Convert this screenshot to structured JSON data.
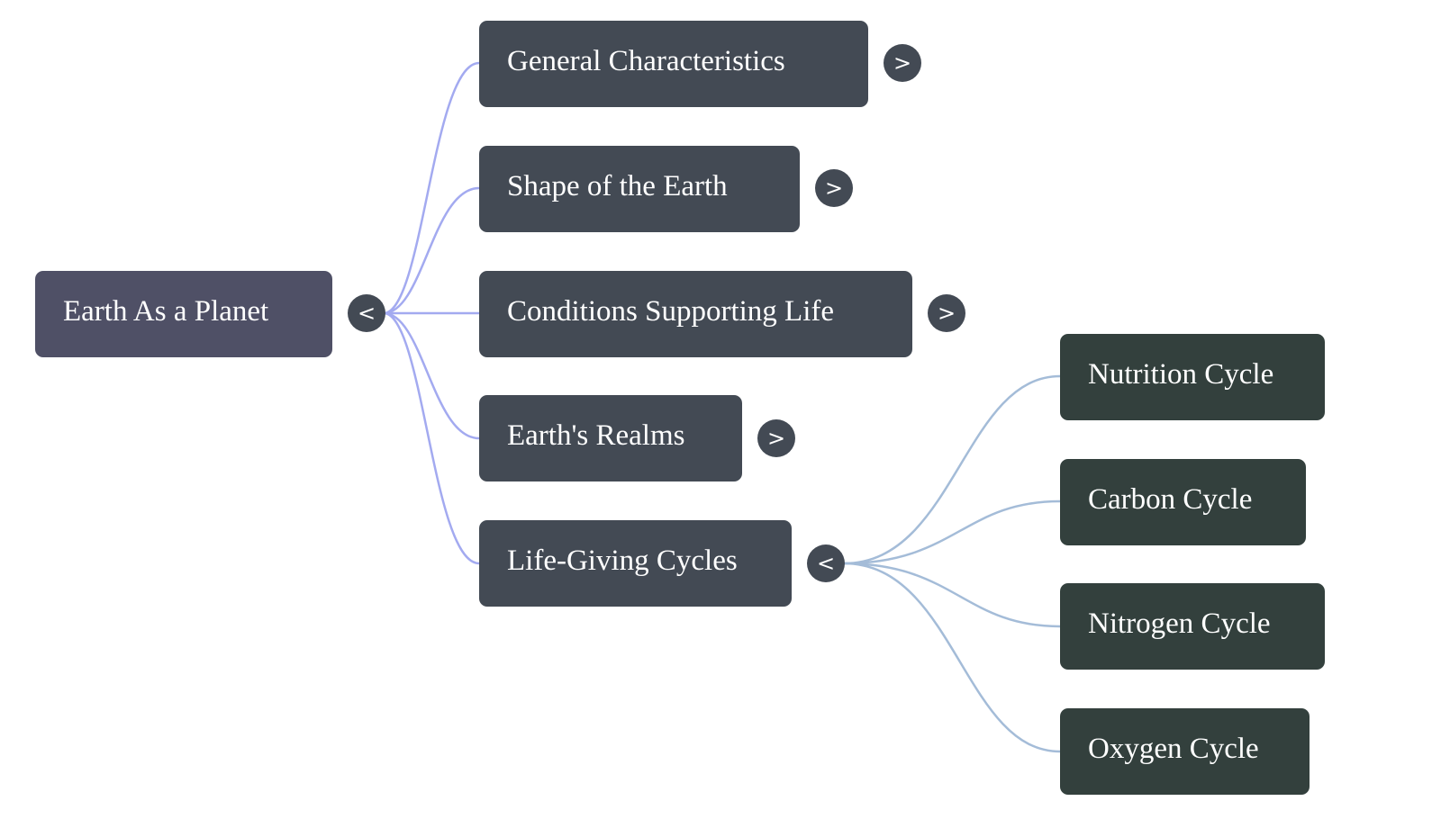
{
  "mindmap": {
    "root": {
      "label": "Earth As a Planet",
      "toggle": "<",
      "expanded": true
    },
    "branches": [
      {
        "label": "General Characteristics",
        "toggle": ">",
        "expanded": false
      },
      {
        "label": "Shape of the Earth",
        "toggle": ">",
        "expanded": false
      },
      {
        "label": "Conditions Supporting Life",
        "toggle": ">",
        "expanded": false
      },
      {
        "label": "Earth's Realms",
        "toggle": ">",
        "expanded": false
      },
      {
        "label": "Life-Giving Cycles",
        "toggle": "<",
        "expanded": true,
        "children": [
          {
            "label": "Nutrition Cycle"
          },
          {
            "label": "Carbon Cycle"
          },
          {
            "label": "Nitrogen Cycle"
          },
          {
            "label": "Oxygen Cycle"
          }
        ]
      }
    ]
  },
  "colors": {
    "root_fill": "#4f5066",
    "branch_fill": "#434a54",
    "leaf_fill": "#33403d",
    "root_edge": "#a3aaf0",
    "cycle_edge": "#a4bcd8",
    "text": "#ffffff"
  }
}
